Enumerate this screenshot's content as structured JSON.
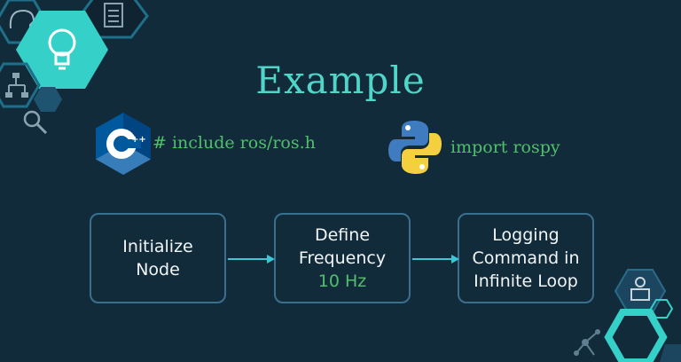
{
  "slide": {
    "title": "Example",
    "cpp_include": "# include ros/ros.h",
    "python_import": "import rospy",
    "cpp_logo_text": "C++"
  },
  "flow": {
    "steps": [
      {
        "line1": "Initialize",
        "line2": "Node"
      },
      {
        "line1": "Define",
        "line2": "Frequency",
        "highlight": "10 Hz"
      },
      {
        "line1": "Logging",
        "line2": "Command in",
        "line3": "Infinite Loop"
      }
    ]
  },
  "colors": {
    "background": "#122b3b",
    "title": "#4fd6c8",
    "code_text": "#4fc06a",
    "box_border": "#3a6f8d",
    "arrow": "#3cc7d6",
    "highlight": "#4fc06a",
    "accent_hex": "#35d0c8"
  },
  "icons": [
    "brain-head-icon",
    "document-icon",
    "lightbulb-icon",
    "flowchart-icon",
    "magnifier-icon",
    "cpp-logo-icon",
    "python-logo-icon",
    "coder-icon",
    "network-icon"
  ]
}
